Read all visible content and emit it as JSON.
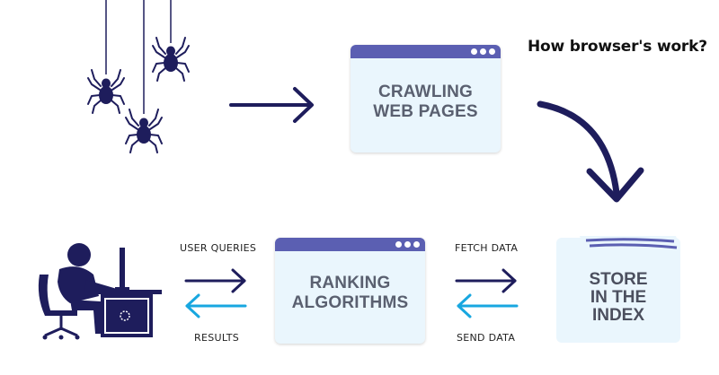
{
  "title": "How browser's work?",
  "steps": {
    "crawling": [
      "CRAWLING",
      "WEB PAGES"
    ],
    "ranking": [
      "RANKING",
      "ALGORITHMS"
    ],
    "index": [
      "STORE",
      "IN THE",
      "INDEX"
    ]
  },
  "connectors": {
    "user_queries": "USER QUERIES",
    "results": "RESULTS",
    "fetch_data": "FETCH DATA",
    "send_data": "SEND DATA"
  },
  "colors": {
    "navy": "#1e1d5c",
    "accent_blue": "#18a7e0",
    "window_bar": "#5b5fb2",
    "window_body": "#eaf6fd"
  },
  "icons": [
    "spider-icon",
    "user-at-computer-icon",
    "window-dots-icon",
    "folder-icon"
  ]
}
